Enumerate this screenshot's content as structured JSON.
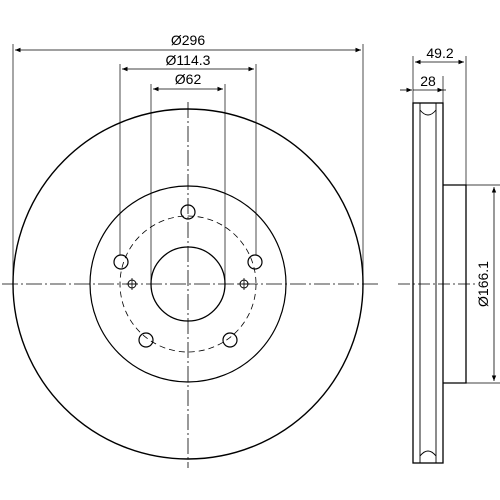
{
  "dimensions": {
    "outer_diameter": "Ø296",
    "bolt_circle_diameter": "Ø114.3",
    "center_bore_diameter": "Ø62",
    "overall_thickness": "49.2",
    "disc_thickness": "28",
    "hat_diameter": "Ø166.1"
  },
  "colors": {
    "line": "#000000",
    "background": "#ffffff"
  }
}
